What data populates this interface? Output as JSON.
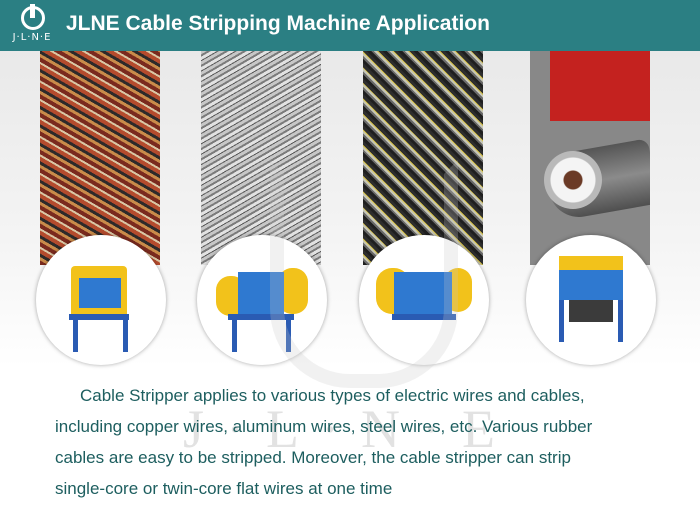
{
  "header": {
    "logo_text": "J·L·N·E",
    "title": "JLNE Cable Stripping Machine Application"
  },
  "images": [
    {
      "name": "copper-wires"
    },
    {
      "name": "aluminum-wires"
    },
    {
      "name": "steel-wires"
    },
    {
      "name": "rubber-cable"
    }
  ],
  "watermark_text": "J·L·N·E",
  "description": {
    "lines": [
      "Cable Stripper applies to various types of electric wires and cables,",
      "including copper wires, aluminum wires, steel wires, etc. Various rubber",
      "cables are easy to be stripped. Moreover, the cable stripper can strip",
      "single-core or twin-core flat wires at one time"
    ]
  },
  "colors": {
    "header_bg": "#2b7f83",
    "text": "#1d5e5f",
    "machine_yellow": "#f2c21b",
    "machine_blue": "#2f79d0"
  }
}
